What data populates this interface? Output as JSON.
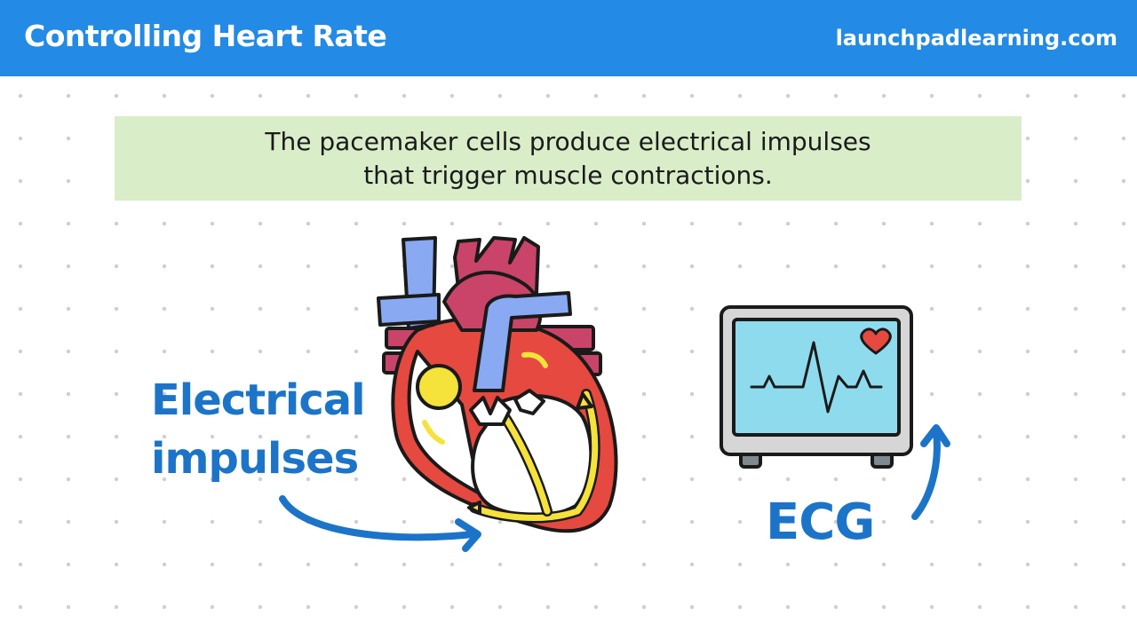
{
  "header": {
    "title": "Controlling Heart Rate",
    "site": "launchpadlearning.com",
    "color": "#238ae6"
  },
  "caption": {
    "line1": "The pacemaker cells produce electrical impulses",
    "line2": "that trigger muscle contractions.",
    "background": "#d9edc9"
  },
  "labels": {
    "electrical_line1": "Electrical",
    "electrical_line2": "impulses",
    "ecg": "ECG",
    "color": "#1c74c8"
  },
  "illustrations": {
    "heart": "heart-diagram-icon",
    "monitor": "ecg-monitor-icon"
  }
}
